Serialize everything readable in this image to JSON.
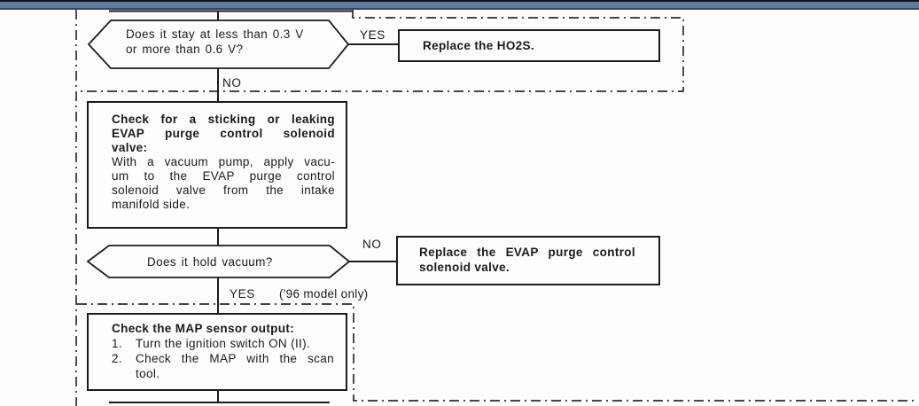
{
  "window": {
    "top_bar_colors": {
      "edge_top": "#10161f",
      "body": "#5d7a9e",
      "edge_bottom": "#36495f"
    }
  },
  "palette": {
    "ink": "#1a1a1a",
    "dash_border": "#2d2d2d",
    "paper": "#fdfdfc"
  },
  "flowchart": {
    "decision_o2_voltage": {
      "question_line1": "Does it stay at less than 0.3 V",
      "question_line2": "or more than 0.6 V?",
      "yes_label": "YES",
      "no_label": "NO"
    },
    "action_replace_ho2s": {
      "label": "Replace the HO2S."
    },
    "process_evap_valve_check": {
      "title_line1": "Check for a sticking or leaking",
      "title_line2": "EVAP purge control solenoid",
      "title_line3": "valve:",
      "body_line1": "With a vacuum pump, apply vacu-",
      "body_line2": "um to the EVAP purge control",
      "body_line3": "solenoid valve from the intake",
      "body_line4": "manifold side."
    },
    "decision_hold_vacuum": {
      "question": "Does it hold vacuum?",
      "no_label": "NO",
      "yes_label": "YES",
      "yes_note": "('96 model only)"
    },
    "action_replace_evap_valve": {
      "label_line1": "Replace the EVAP purge control",
      "label_line2": "solenoid valve."
    },
    "process_map_sensor_check": {
      "title": "Check the MAP sensor output:",
      "step1_num": "1.",
      "step1_text": "Turn the ignition switch ON (II).",
      "step2_num": "2.",
      "step2_line1": "Check the MAP with the scan",
      "step2_line2": "tool."
    }
  }
}
